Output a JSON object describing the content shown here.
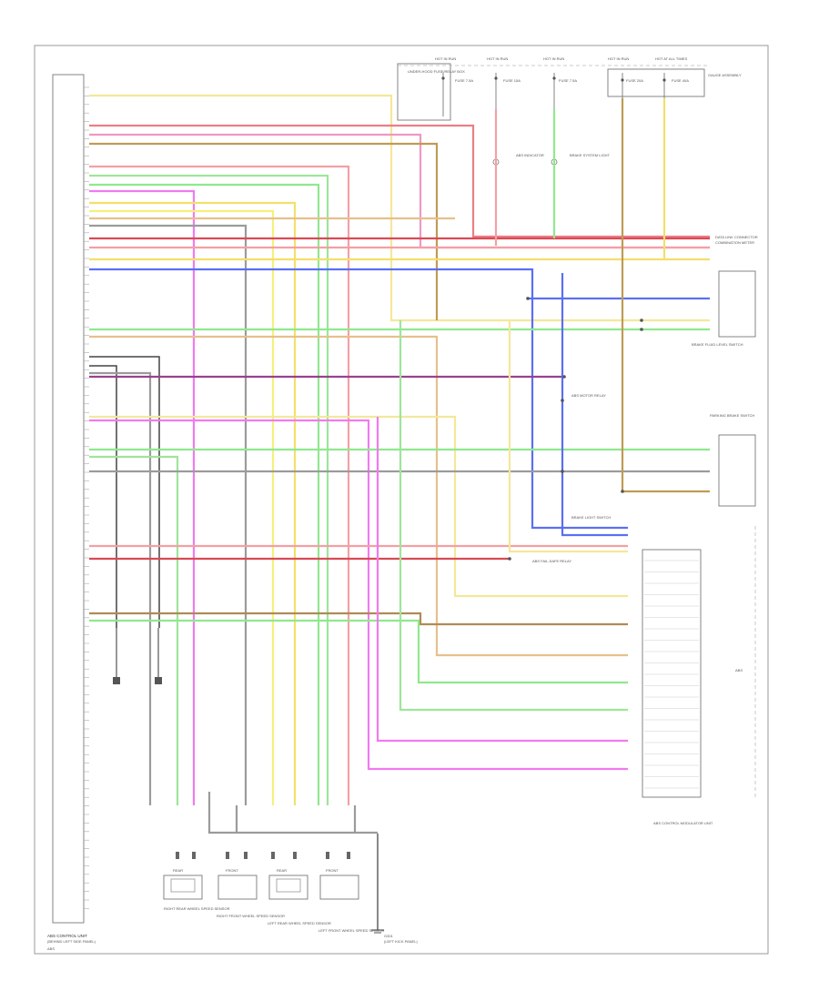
{
  "components": {
    "ecu_label": "ABS CONTROL UNIT",
    "ecu_sublabel": "(BEHIND LEFT SIDE PANEL)",
    "wss_labels": [
      "RIGHT REAR WHEEL SPEED SENSOR",
      "RIGHT FRONT WHEEL SPEED SENSOR",
      "LEFT REAR WHEEL SPEED SENSOR",
      "LEFT FRONT WHEEL SPEED SENSOR"
    ],
    "sensor_small_labels": [
      "REAR",
      "FRONT",
      "REAR",
      "FRONT"
    ],
    "ground_label": "G301",
    "ground_sub": "(LEFT KICK PANEL)",
    "modulator_label": "ABS CONTROL MODULATOR UNIT",
    "hot_labels": [
      "HOT IN RUN",
      "HOT IN RUN",
      "HOT IN RUN",
      "HOT IN RUN",
      "HOT AT ALL TIMES"
    ],
    "fuse_labels": [
      "UNDER-HOOD FUSE/RELAY BOX",
      "FUSE 7.5A",
      "FUSE 15A",
      "FUSE 7.5A",
      "FUSE 20A",
      "FUSE 40A"
    ],
    "right_labels": [
      "BRAKE FLUID LEVEL SWITCH",
      "PARKING BRAKE SWITCH",
      "BRAKE LIGHT SWITCH",
      "DATA LINK CONNECTOR",
      "COMBINATION METER",
      "GAUGE ASSEMBLY"
    ],
    "mid_labels": [
      "ABS INDICATOR",
      "BRAKE SYSTEM LIGHT",
      "ABS MOTOR RELAY",
      "ABS FAIL-SAFE RELAY"
    ],
    "tag": "ABS"
  },
  "wire_colors": {
    "yel_blk": "#f4e79a",
    "grn_red": "#ea7f86",
    "pnk_red": "#ef98c4",
    "orn_blk": "#bf9b55",
    "red": "#f3a0a3",
    "grn": "#9ee59c",
    "blu": "#5b6ff2",
    "pnk": "#f17af0",
    "yel": "#f2e06a",
    "lt_grn": "#8fe98d",
    "brn": "#b08a55",
    "blk": "#444444",
    "pur": "#99418f",
    "gray": "#9b9b9b",
    "red_dark": "#d94a55",
    "lt_yel": "#f5f07c",
    "orange_tan": "#e6c08c"
  }
}
